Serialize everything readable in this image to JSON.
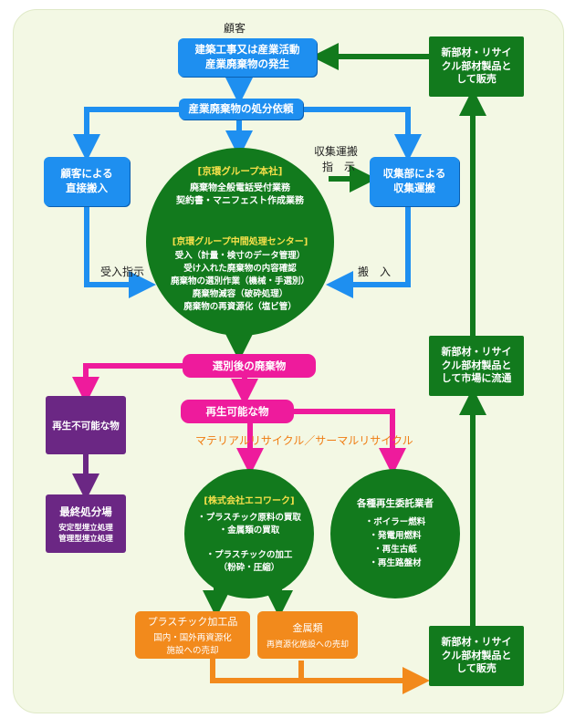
{
  "customer_label": "顧客",
  "top_box": {
    "line1": "建築工事又は産業活動",
    "line2": "産業廃棄物の発生"
  },
  "request_box": "産業廃棄物の処分依頼",
  "direct_box": {
    "line1": "顧客による",
    "line2": "直接搬入"
  },
  "collect_box": {
    "line1": "収集部による",
    "line2": "収集運搬"
  },
  "collect_instruction": {
    "line1": "収集運搬",
    "line2": "指　示"
  },
  "receive_instruction": "受入指示",
  "carry_in": "搬　入",
  "main_circle": {
    "hq_title": "[京環グループ本社]",
    "hq_items": [
      "廃棄物全般電話受付業務",
      "契約書・マニフェスト作成業務"
    ],
    "center_title": "[京環グループ中間処理センター]",
    "center_items": [
      "受入（計量・検寸のデータ管理）",
      "受け入れた廃棄物の内容確認",
      "廃棄物の選別作業（機械・手選別）",
      "廃棄物減容（破砕処理）",
      "廃棄物の再資源化（塩ビ管）"
    ]
  },
  "sorted_box": "選別後の廃棄物",
  "nonrecyclable_box": "再生不可能な物",
  "recyclable_box": "再生可能な物",
  "recycle_label": "マテリアルリサイクル／サーマルリサイクル",
  "final_box": {
    "title": "最終処分場",
    "line1": "安定型埋立処理",
    "line2": "管理型埋立処理"
  },
  "eco_circle": {
    "title": "[株式会社エコワーク]",
    "items": [
      "・プラスチック原料の買取",
      "・金属類の買取",
      "・プラスチックの加工",
      "（粉砕・圧縮）"
    ]
  },
  "partner_circle": {
    "title": "各種再生委託業者",
    "items": [
      "・ボイラー燃料",
      "・発電用燃料",
      "・再生古紙",
      "・再生路盤材"
    ]
  },
  "plastic_box": {
    "title": "プラスチック加工品",
    "line1": "国内・国外再資源化",
    "line2": "施設への売却"
  },
  "metal_box": {
    "title": "金属類",
    "line1": "再資源化施設への売却"
  },
  "green_top": {
    "line1": "新部材・リサイ",
    "line2": "クル部材製品と",
    "line3": "して販売"
  },
  "green_mid": {
    "line1": "新部材・リサイ",
    "line2": "クル部材製品と",
    "line3": "して市場に流通"
  },
  "green_bottom": {
    "line1": "新部材・リサイ",
    "line2": "クル部材製品と",
    "line3": "して販売"
  },
  "colors": {
    "blue": "#1e8ff0",
    "green": "#127a1d",
    "magenta": "#ee1b9c",
    "purple": "#6b2784",
    "orange": "#f28a1c"
  }
}
